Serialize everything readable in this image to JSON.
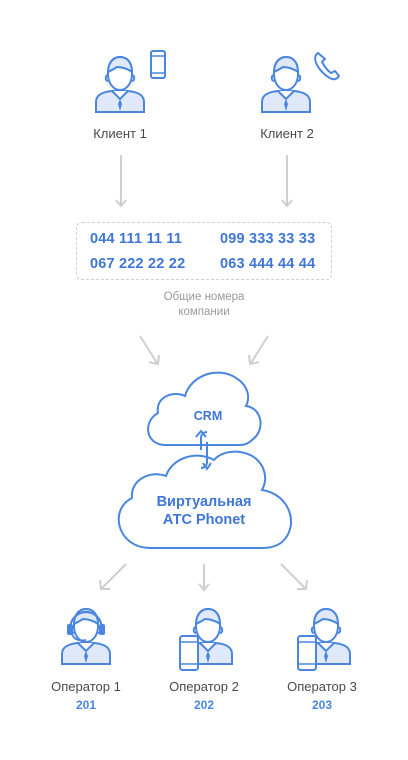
{
  "clients": [
    {
      "label": "Клиент 1"
    },
    {
      "label": "Клиент 2"
    }
  ],
  "numbers": [
    "044 111 11 11",
    "099 333 33 33",
    "067 222 22 22",
    "063 444 44 44"
  ],
  "numbers_caption": [
    "Общие номера",
    "компании"
  ],
  "crm_label": "CRM",
  "pbx_label": [
    "Виртуальная",
    "АТС Phonet"
  ],
  "operators": [
    {
      "label": "Оператор 1",
      "ext": "201"
    },
    {
      "label": "Оператор 2",
      "ext": "202"
    },
    {
      "label": "Оператор 3",
      "ext": "203"
    }
  ],
  "colors": {
    "accent": "#4a86e0",
    "arrow": "#cfcfcf",
    "text": "#4a4a4a"
  }
}
